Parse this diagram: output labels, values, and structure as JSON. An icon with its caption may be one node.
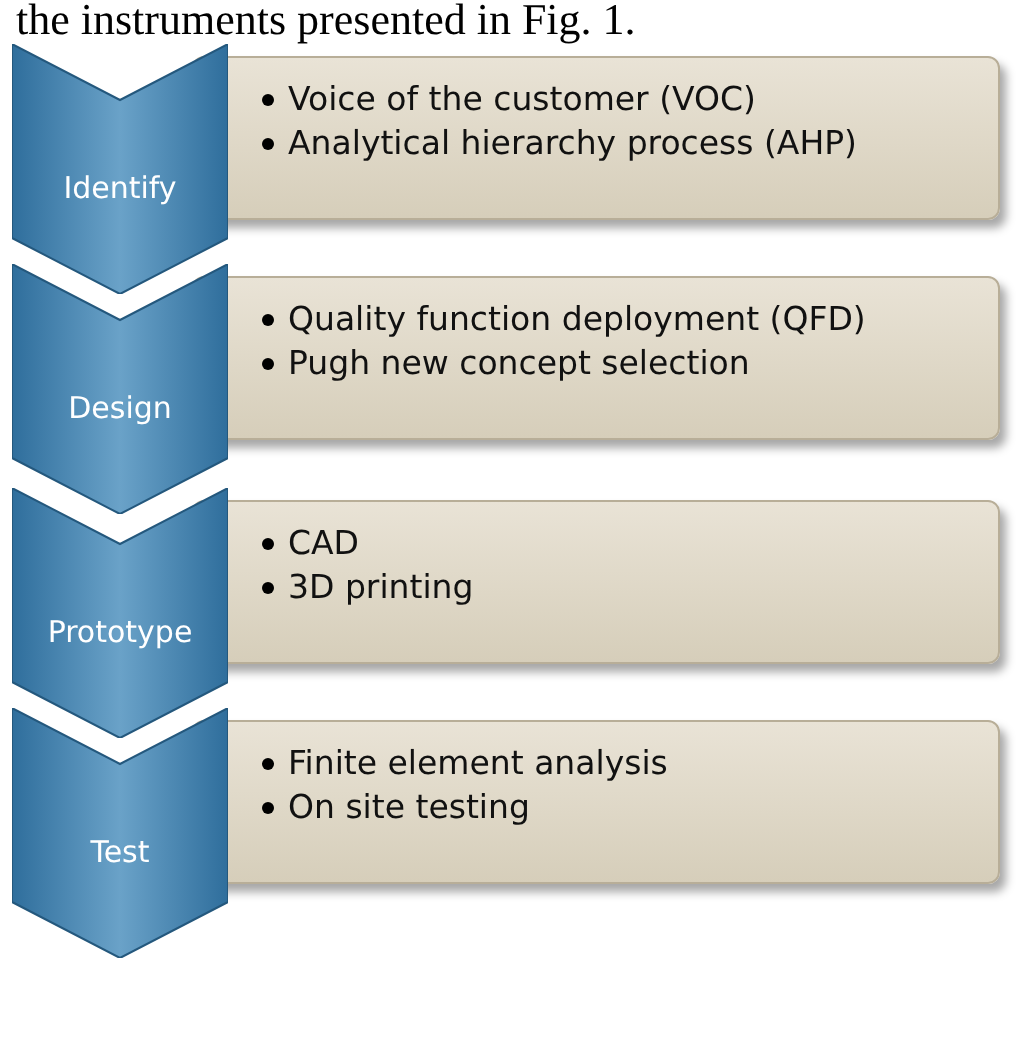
{
  "diagram": {
    "nodes": [
      {
        "text": [
          "Identify"
        ]
      },
      {
        "text": [
          "Voice of the customer (VOC)",
          "Analytical hierarchy process (AHP)"
        ]
      },
      {
        "text": [
          "Design"
        ]
      },
      {
        "text": [
          "Quality function deployment (QFD)",
          "Pugh new concept selection"
        ]
      },
      {
        "text": [
          "Prototype"
        ]
      },
      {
        "text": [
          "CAD",
          "3D printing"
        ]
      },
      {
        "text": [
          "Test"
        ]
      },
      {
        "text": [
          "Finite element analysis",
          "On site testing"
        ]
      }
    ],
    "labels": [
      "the instruments presented in Fig. 1."
    ]
  }
}
